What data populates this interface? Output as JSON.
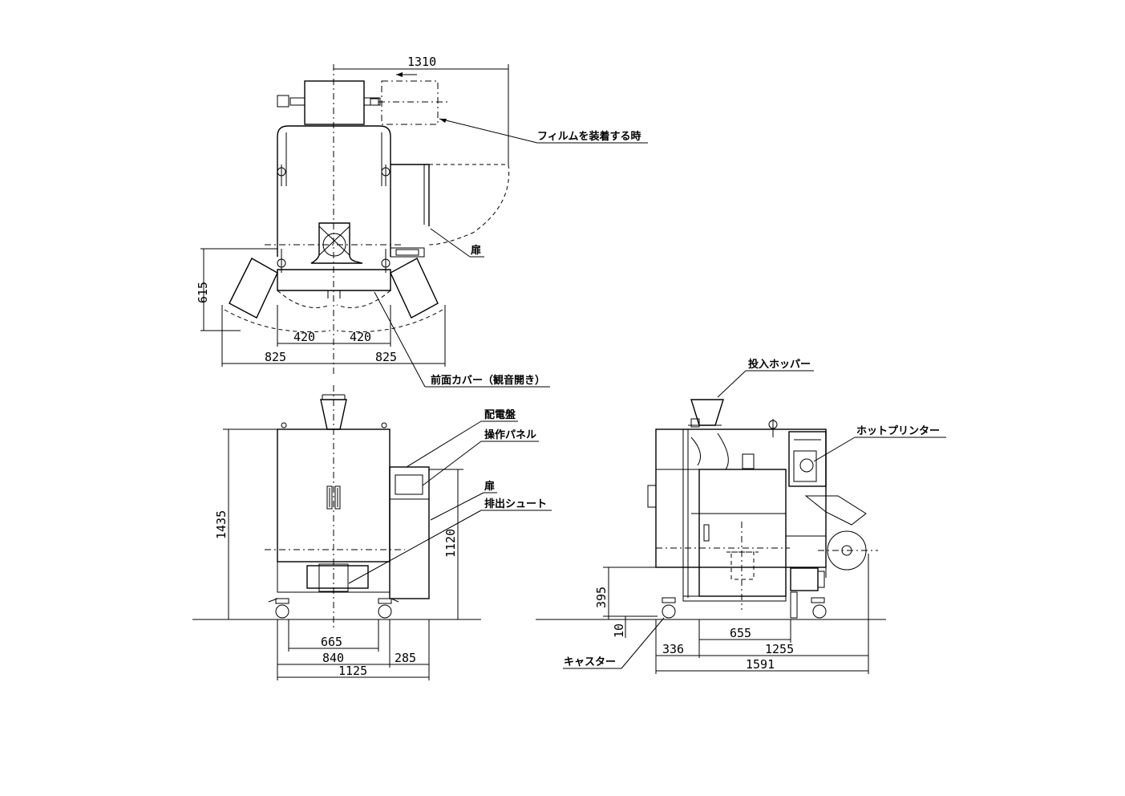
{
  "diagram": {
    "labels": {
      "film_mount": "フィルムを装着する時",
      "door_top": "扉",
      "front_cover": "前面カバー（観音開き）",
      "control_box": "配電盤",
      "operation_panel": "操作パネル",
      "door_front": "扉",
      "discharge_chute": "排出シュート",
      "hopper": "投入ホッパー",
      "hot_printer": "ホットプリンター",
      "caster": "キャスター"
    },
    "dimensions": {
      "top_width_film": "1310",
      "top_depth": "615",
      "top_half_left": "420",
      "top_half_right": "420",
      "top_span_left": "825",
      "top_span_right": "825",
      "front_height": "1435",
      "front_panel_height": "1120",
      "front_chute": "665",
      "front_body": "840",
      "front_side": "285",
      "front_total": "1125",
      "side_lower": "395",
      "side_clearance": "10",
      "side_caster": "655",
      "side_front": "336",
      "side_body": "1255",
      "side_total": "1591"
    }
  }
}
